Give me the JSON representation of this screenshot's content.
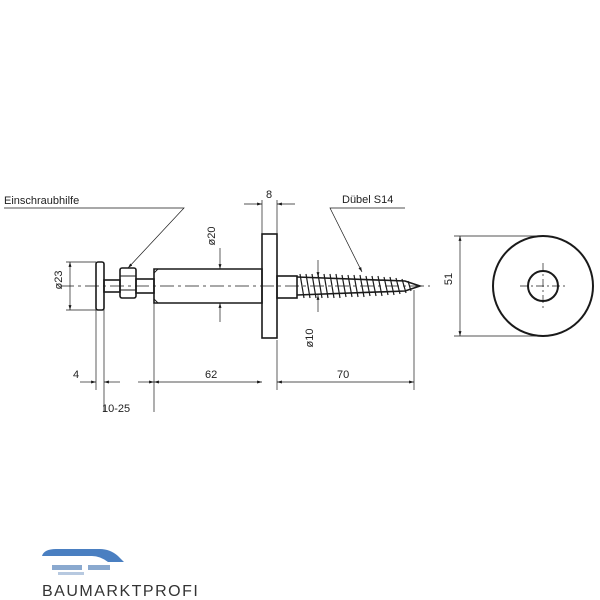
{
  "drawing": {
    "labels": {
      "einschraubhilfe": "Einschraubhilfe",
      "duebel": "Dübel S14",
      "width_8": "8",
      "dia_20": "ø20",
      "dia_23": "ø23",
      "dia_10": "ø10",
      "dim_51": "51",
      "dim_4": "4",
      "dim_62": "62",
      "dim_70": "70",
      "dim_10_25": "10-25"
    },
    "line_color": "#1a1a1a"
  },
  "brand": {
    "name": "BAUMARKTPROFI",
    "accent_color": "#4a7fc1"
  }
}
